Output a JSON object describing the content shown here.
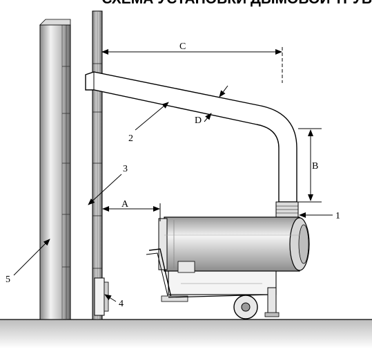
{
  "title": "СХЕМА УСТАНОВКИ ДЫМОВОЙ ТРУБ",
  "dimensions": {
    "c": "C",
    "b": "B",
    "a": "A",
    "d": "D"
  },
  "callouts": {
    "one": "1",
    "two": "2",
    "three": "3",
    "four": "4",
    "five": "5"
  },
  "colors": {
    "ink": "#000000",
    "steel_light": "#e8e8e8",
    "steel_dark": "#7a7a7a",
    "ground": "#cfcfcf"
  }
}
